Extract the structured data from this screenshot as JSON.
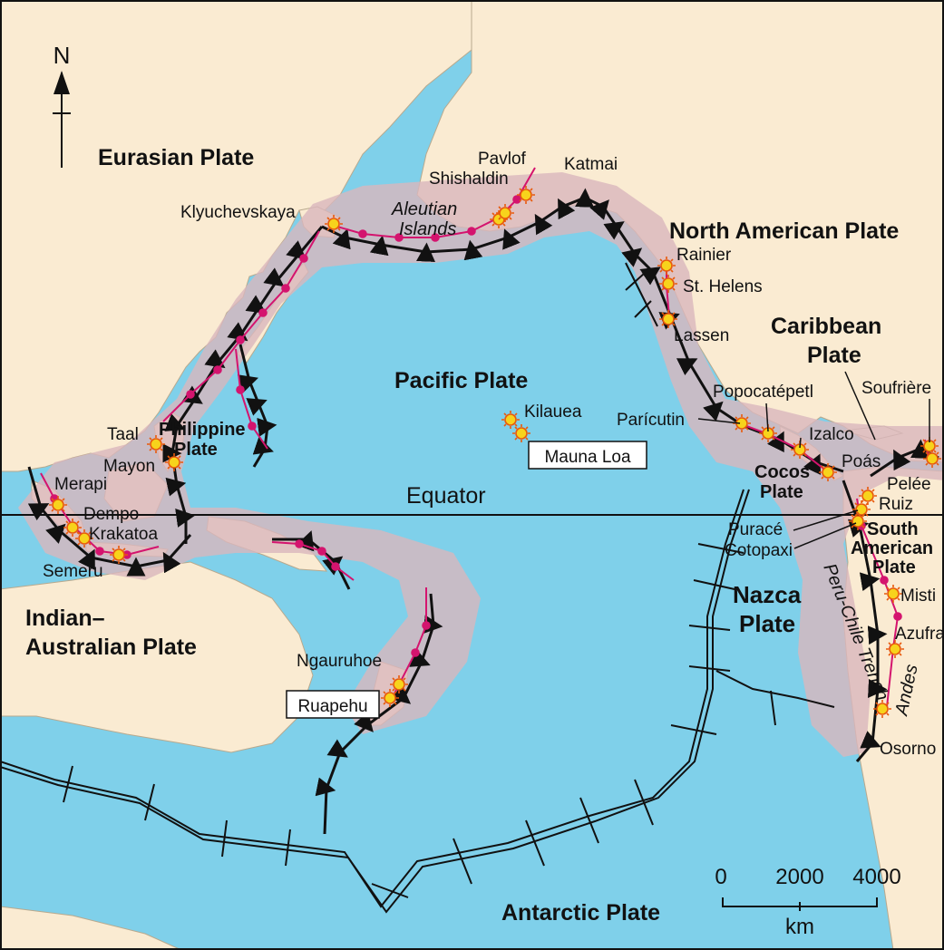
{
  "map": {
    "north": "N",
    "equator": "Equator",
    "plates": {
      "eurasian": "Eurasian Plate",
      "north_american": "North American Plate",
      "caribbean_1": "Caribbean",
      "caribbean_2": "Plate",
      "pacific": "Pacific Plate",
      "philippine_1": "Philippine",
      "philippine_2": "Plate",
      "cocos_1": "Cocos",
      "cocos_2": "Plate",
      "south_american_1": "South",
      "south_american_2": "American",
      "south_american_3": "Plate",
      "nazca_1": "Nazca",
      "nazca_2": "Plate",
      "indian_australian_1": "Indian–",
      "indian_australian_2": "Australian Plate",
      "antarctic": "Antarctic Plate"
    },
    "regions": {
      "aleutian_1": "Aleutian",
      "aleutian_2": "Islands",
      "trench": "Peru-Chile Trench",
      "andes": "Andes"
    },
    "volcanoes": {
      "klyuchevskaya": "Klyuchevskaya",
      "shishaldin": "Shishaldin",
      "pavlof": "Pavlof",
      "katmai": "Katmai",
      "rainier": "Rainier",
      "st_helens": "St. Helens",
      "lassen": "Lassen",
      "kilauea": "Kilauea",
      "mauna_loa": "Mauna Loa",
      "paricutin": "Parícutin",
      "popocatepetl": "Popocatépetl",
      "izalco": "Izalco",
      "poas": "Poás",
      "soufriere": "Soufrière",
      "pelee": "Pelée",
      "ruiz": "Ruiz",
      "purace": "Puracé",
      "cotopaxi": "Cotopaxi",
      "misti": "Misti",
      "azufral": "Azufral",
      "osorno": "Osorno",
      "taal": "Taal",
      "mayon": "Mayon",
      "merapi": "Merapi",
      "dempo": "Dempo",
      "krakatoa": "Krakatoa",
      "semeru": "Semeru",
      "ngauruhoe": "Ngauruhoe",
      "ruapehu": "Ruapehu"
    },
    "scale": {
      "t0": "0",
      "t1": "2000",
      "t2": "4000",
      "unit": "km"
    },
    "colors": {
      "ocean": "#7fd0ea",
      "land": "#faebd2",
      "ring": "#d9b7bd",
      "arc": "#d4146e",
      "volcano": "#f7d31c",
      "boundary": "#111111"
    }
  }
}
